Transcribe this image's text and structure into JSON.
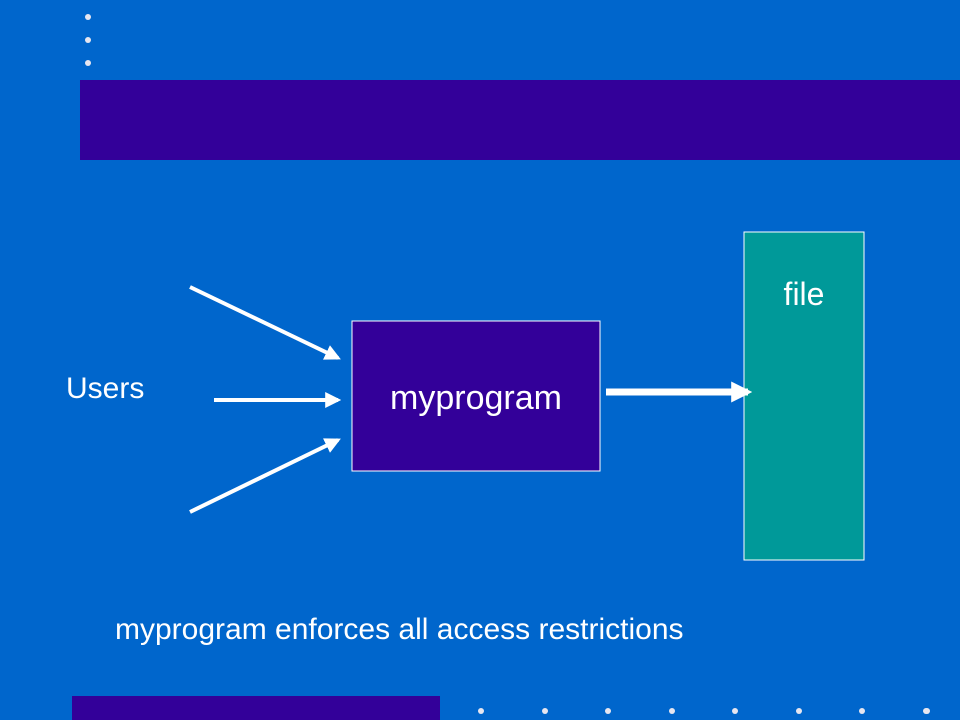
{
  "colors": {
    "background": "#0066cc",
    "bar": "#330099",
    "program_box": "#330099",
    "file_box": "#009999",
    "text": "#ffffff",
    "arrow": "#ffffff",
    "dot": "#e6e6f0"
  },
  "diagram": {
    "users_label": "Users",
    "program_label": "myprogram",
    "file_label": "file",
    "caption": "myprogram enforces all access restrictions"
  }
}
